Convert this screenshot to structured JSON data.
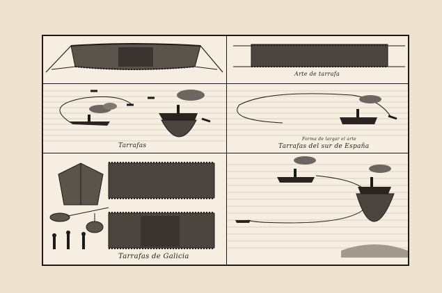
{
  "captions": {
    "arte_de_tarrafa": "Arte de tarrafa",
    "tarrafas": "Tarrafas",
    "forma_de_largar": "Forma de largar el arte",
    "tarrafas_sur": "Tarrafas del sur de España",
    "tarrafas_galicia": "Tarrafas de Galicia"
  },
  "colors": {
    "paper": "#efe3cf",
    "plate": "#f6efe1",
    "ink": "#1e1a16",
    "net_fill": "#4b4540",
    "water_line": "#8f877d"
  }
}
